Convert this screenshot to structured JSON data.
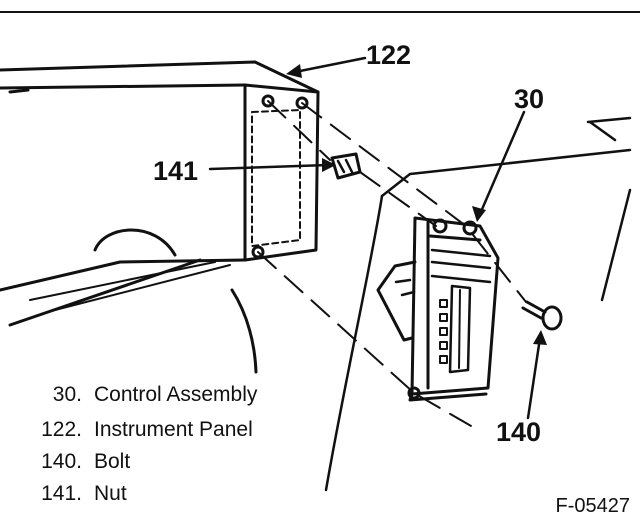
{
  "callouts": {
    "c122": "122",
    "c30": "30",
    "c141": "141",
    "c140": "140"
  },
  "legend": [
    {
      "num": "30.",
      "label": "Control Assembly"
    },
    {
      "num": "122.",
      "label": "Instrument Panel"
    },
    {
      "num": "140.",
      "label": "Bolt"
    },
    {
      "num": "141.",
      "label": "Nut"
    }
  ],
  "figure_id": "F-05427",
  "colors": {
    "ink": "#111111",
    "paper": "#ffffff"
  }
}
